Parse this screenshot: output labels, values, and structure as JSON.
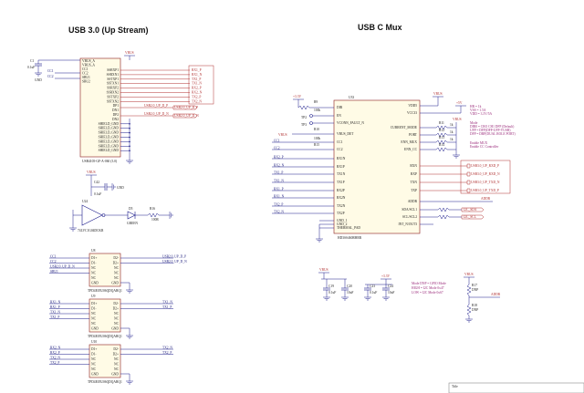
{
  "titles": {
    "left": "USB 3.0 (Up Stream)",
    "right": "USB C Mux"
  },
  "usb_connector": {
    "left_pins": [
      "VBUS_A",
      "VBUS_A",
      "CC1",
      "CC2",
      "SBU1",
      "SBU2"
    ],
    "left_nets": [
      "CC1",
      "CC2"
    ],
    "right_pins": [
      "SSRXP1",
      "SSRXN1",
      "SSTXP1",
      "SSTXN1",
      "SSRXP2",
      "SSRXN2",
      "SSTXP2",
      "SSTXN2",
      "DP1",
      "DN1",
      "DP2",
      "DN2",
      "SHIELD_GND",
      "SHIELD_GND",
      "SHIELD_GND",
      "SHIELD_GND",
      "SHIELD_GND",
      "SHIELD_GND",
      "SHIELD_GND"
    ],
    "part": "USB4105-GF-A-060 (3.0)",
    "power_net": "VBUS",
    "cap_ref": "C1",
    "cap_val": "0.1uF",
    "gnd_label": "GND"
  },
  "conn_nets": [
    "RX1_P",
    "RX1_N",
    "TX1_P",
    "TX1_N",
    "RX2_P",
    "RX2_N",
    "TX2_P",
    "TX2_N"
  ],
  "usb2_nets": [
    "USB2.0_UP_D_P",
    "USB2.0_UP_D_N"
  ],
  "mux": {
    "ref": "U33",
    "part": "HD3SS460RHRR",
    "left_pins": [
      "DIR",
      "EN",
      "VCONN_FAULT_N",
      "VBUS_DET",
      "CC1",
      "CC2",
      "RX1N",
      "RX1P",
      "TX1N",
      "TX1P",
      "RX2P",
      "RX2N",
      "TX2N",
      "TX2P",
      "GND_1",
      "GND_2",
      "THERMAL_PAD"
    ],
    "right_pins": [
      "VDD5",
      "VCC33",
      "CURRENT_MODE",
      "PORT",
      "ENN_MUX",
      "ENN_CC",
      "RXN",
      "RXP",
      "TXN",
      "TXP",
      "ADDR",
      "SDA/SCL1",
      "SCL/SCL2",
      "INT_N/OUT3"
    ],
    "power_left": "+3.3V",
    "power_right": "VBUS",
    "power_far": "+5V",
    "resistors": [
      "R9",
      "R10",
      "R11",
      "R12",
      "R13",
      "R14",
      "R15"
    ],
    "res_vals": [
      "100k",
      "1k",
      "1k",
      "1k"
    ],
    "tp": [
      "TP2",
      "TP3"
    ]
  },
  "mux_in_nets": [
    "CC1",
    "CC2",
    "RX2_P",
    "RX2_N",
    "TX1_P",
    "TX1_N",
    "RX1_P",
    "RX1_N",
    "TX2_P",
    "TX2_N"
  ],
  "mux_out_nets": [
    "USB3.0_UP_RXD_P",
    "USB3.0_UP_RXD_N",
    "USB3.0_UP_TXD_N",
    "USB3.0_UP_TXD_P"
  ],
  "i2c_nets": [
    "I2C_SDA",
    "I2C_SCL",
    "ADDR"
  ],
  "mode_notes": [
    "HR = 1k",
    "VSS = 1.5A",
    "VDD = 3.3V/5A",
    "Mode",
    "DIR0 = CRO CH1 DFP (Default)",
    "UFP = DFP(DFP-UFP-VUSB)",
    "DFP = DRP(DUAL ROLE PORT)",
    "Enable MUX",
    "Enable CC Controller"
  ],
  "led": {
    "ref": "U24",
    "part": "74LVC1G04DCKR",
    "cap_ref": "C42",
    "cap_val": "0.1uF",
    "res_ref": "R16",
    "res_val": "100R",
    "led_ref": "D5",
    "led_color": "GREEN",
    "net": "VBUS",
    "gnd": "GND"
  },
  "esd": [
    {
      "ref": "U8",
      "part": "TPD4E05U06QDQARQ1",
      "left": [
        "D1+",
        "D1-",
        "NC",
        "NC",
        "NC",
        "GND"
      ],
      "right": [
        "D2-",
        "D2+",
        "NC",
        "NC",
        "NC",
        "GND"
      ],
      "nets_left": [
        "CC1",
        "CC2",
        "USB2.0_UP_D_N",
        "SBU1"
      ],
      "nets_right": [
        "USB2.0_UP_D_P",
        "USB2.0_UP_D_N"
      ]
    },
    {
      "ref": "U9",
      "part": "TPD4E05U06QDQARQ1",
      "left": [
        "D1+",
        "D1-",
        "NC",
        "NC",
        "NC",
        "GND"
      ],
      "right": [
        "D2-",
        "D2+",
        "NC",
        "NC",
        "NC",
        "GND"
      ],
      "nets_left": [
        "RX1_N",
        "RX1_P",
        "TX1_N",
        "TX1_P"
      ],
      "nets_right": [
        "TX1_N",
        "TX1_P"
      ]
    },
    {
      "ref": "U10",
      "part": "TPD4E05U06QDQARQ1",
      "left": [
        "D1+",
        "D1-",
        "NC",
        "NC",
        "NC",
        "GND"
      ],
      "right": [
        "D2-",
        "D2+",
        "NC",
        "NC",
        "NC",
        "GND"
      ],
      "nets_left": [
        "RX2_N",
        "RX2_P",
        "TX2_N",
        "TX2_P"
      ],
      "nets_right": [
        "TX2_N",
        "TX2_P"
      ]
    }
  ],
  "power_caps": {
    "refs": [
      "C19",
      "C20",
      "C23",
      "C24"
    ],
    "vals": [
      "0.1uF",
      "10uF",
      "0.1uF",
      "10uF"
    ],
    "nets": [
      "VBUS",
      "+3.3V"
    ]
  },
  "addr_notes": [
    "Mode DNP = GPIO Mode",
    "HIGH = I2C Mode 0x47",
    "LOW = I2C Mode 0x67"
  ],
  "addr_block": {
    "net": "VBUS",
    "res": [
      "R17",
      "R18"
    ],
    "val": "DNP",
    "signal": "ADDR"
  },
  "title_block": {
    "label": "Title"
  }
}
